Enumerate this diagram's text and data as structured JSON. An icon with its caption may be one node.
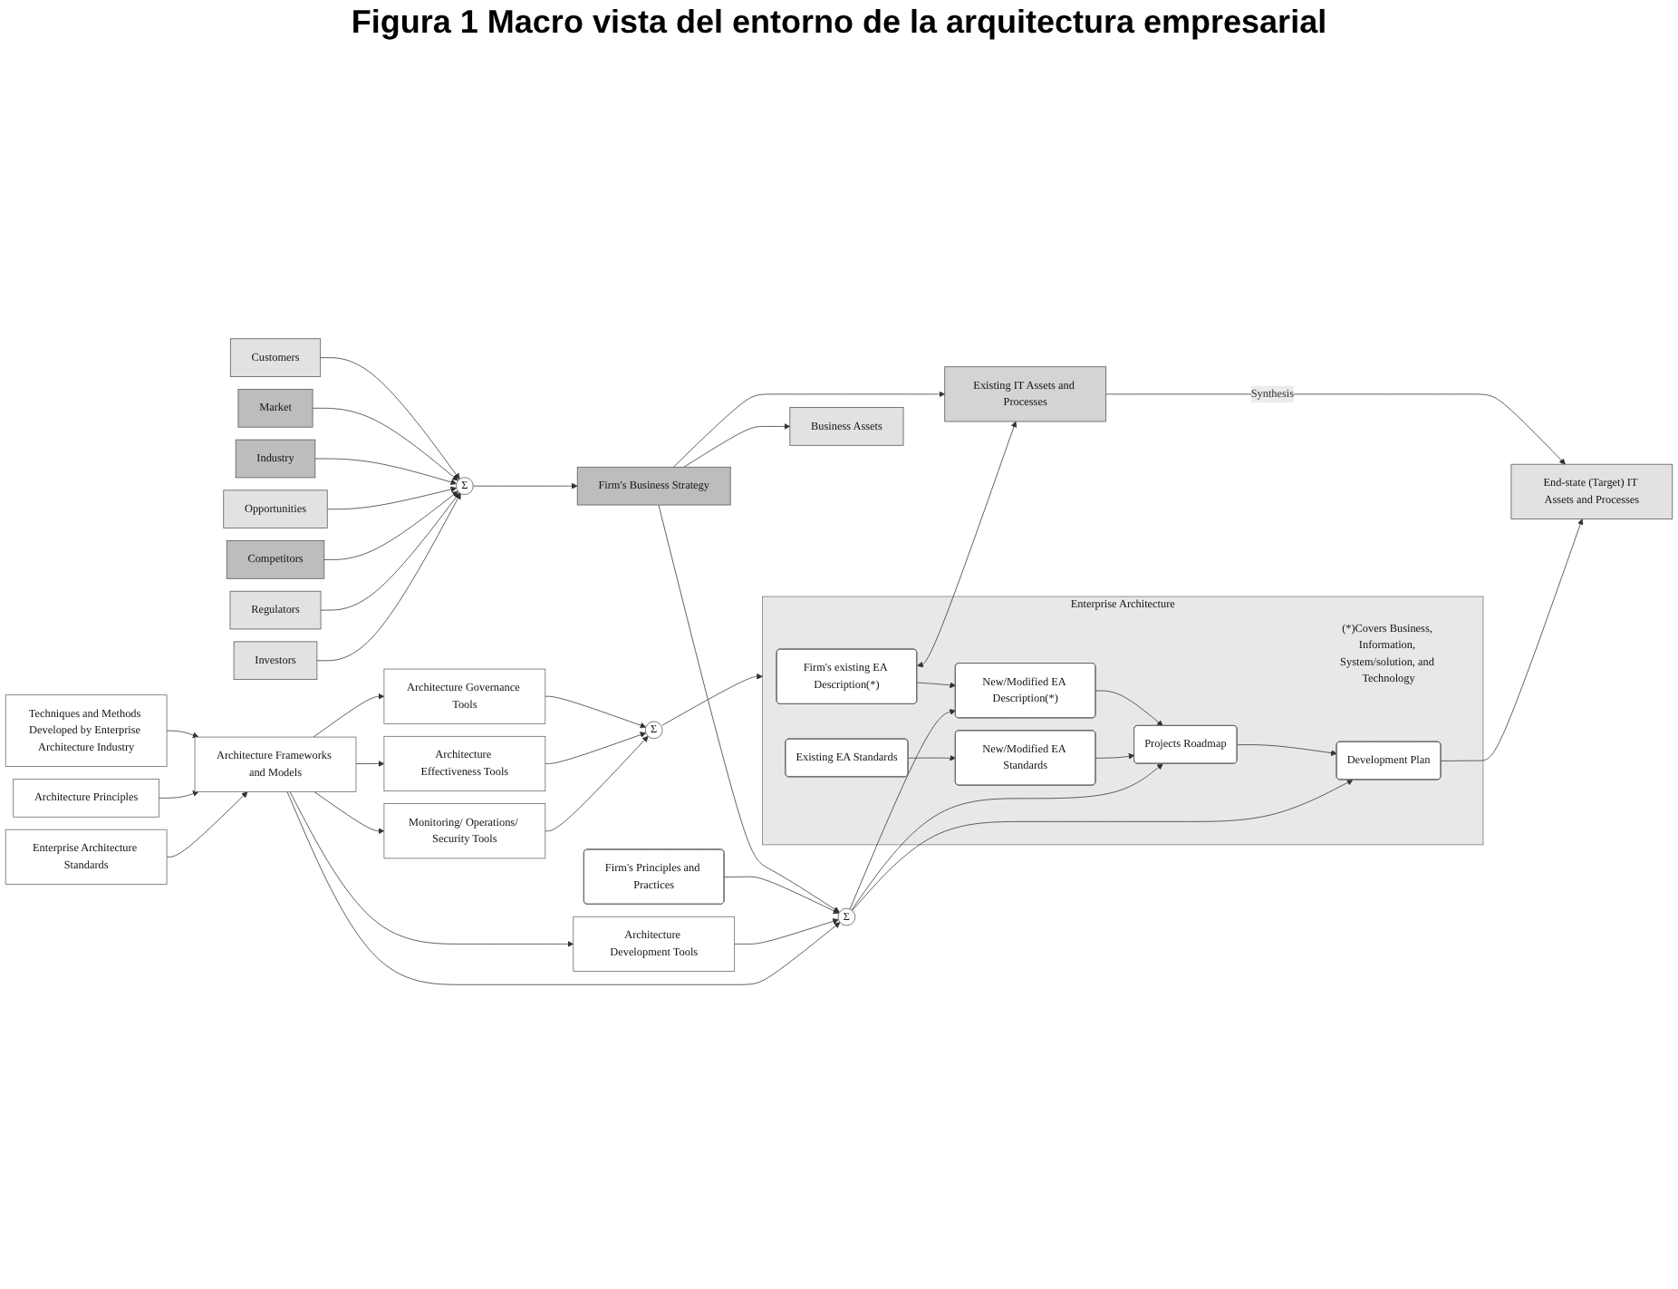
{
  "diagram": {
    "title": "Figura 1 Macro vista del entorno de la arquitectura empresarial",
    "nodes": [
      {
        "text": [
          "Customers"
        ]
      },
      {
        "text": [
          "Market"
        ]
      },
      {
        "text": [
          "Industry"
        ]
      },
      {
        "text": [
          "Opportunities"
        ]
      },
      {
        "text": [
          "Competitors"
        ]
      },
      {
        "text": [
          "Regulators"
        ]
      },
      {
        "text": [
          "Investors"
        ]
      },
      {
        "text": [
          "Σ"
        ]
      },
      {
        "text": [
          "Firm's Business Strategy"
        ]
      },
      {
        "text": [
          "Business Assets"
        ]
      },
      {
        "text": [
          "Existing IT Assets and Processes"
        ]
      },
      {
        "text": [
          "End-state (Target) IT Assets and Processes"
        ]
      },
      {
        "text": [
          "Enterprise Architecture"
        ]
      },
      {
        "text": [
          "Firm's existing EA Description(*)"
        ],
        "in": 12
      },
      {
        "text": [
          "Existing EA Standards"
        ],
        "in": 12
      },
      {
        "text": [
          "(*)Covers Business, Information, System/solution, and Technology"
        ],
        "in": 12
      },
      {
        "text": [
          "New/Modified EA Description(*)"
        ],
        "in": 12
      },
      {
        "text": [
          "New/Modified EA Standards"
        ],
        "in": 12
      },
      {
        "text": [
          "Projects Roadmap"
        ],
        "in": 12
      },
      {
        "text": [
          "Development Plan"
        ],
        "in": 12
      },
      {
        "text": [
          "Firm's Principles and Practices"
        ]
      },
      {
        "text": [
          "Σ"
        ]
      },
      {
        "text": [
          "Architecture Development Tools"
        ]
      },
      {
        "text": [
          "Techniques and Methods Developed by Enterprise Architecture Industry"
        ]
      },
      {
        "text": [
          "Architecture Frameworks and Models"
        ]
      },
      {
        "text": [
          "Architecture Principles"
        ]
      },
      {
        "text": [
          "Enterprise Architecture Standards"
        ]
      },
      {
        "text": [
          "Architecture Governance Tools"
        ]
      },
      {
        "text": [
          "Σ"
        ]
      },
      {
        "text": [
          "Architecture Effectiveness Tools"
        ]
      },
      {
        "text": [
          "Monitoring/ Operations/ Security Tools"
        ]
      }
    ],
    "edges": [
      {
        "from": 0,
        "to": 7,
        "arrow": "to"
      },
      {
        "from": 1,
        "to": 7,
        "arrow": "to"
      },
      {
        "from": 2,
        "to": 7,
        "arrow": "to"
      },
      {
        "from": 3,
        "to": 7,
        "arrow": "to"
      },
      {
        "from": 4,
        "to": 7,
        "arrow": "to"
      },
      {
        "from": 5,
        "to": 7,
        "arrow": "to"
      },
      {
        "from": 6,
        "to": 7,
        "arrow": "to"
      },
      {
        "from": 7,
        "to": 8,
        "arrow": "to"
      },
      {
        "from": 8,
        "to": 9,
        "arrow": "to"
      },
      {
        "from": 8,
        "to": 10,
        "arrow": "to"
      },
      {
        "from": 10,
        "to": 11,
        "arrow": "to",
        "label": "Synthesis"
      },
      {
        "from": 13,
        "to": 10,
        "arrow": "both"
      },
      {
        "from": 13,
        "to": 16,
        "arrow": "to"
      },
      {
        "from": 14,
        "to": 17,
        "arrow": "to"
      },
      {
        "from": 16,
        "to": 18,
        "arrow": "to"
      },
      {
        "from": 17,
        "to": 18,
        "arrow": "to"
      },
      {
        "from": 18,
        "to": 19,
        "arrow": "to"
      },
      {
        "from": 19,
        "to": 11,
        "arrow": "to"
      },
      {
        "from": 8,
        "to": 21,
        "arrow": "to"
      },
      {
        "from": 20,
        "to": 21,
        "arrow": "to"
      },
      {
        "from": 22,
        "to": 21,
        "arrow": "to"
      },
      {
        "from": 24,
        "to": 21,
        "arrow": "to"
      },
      {
        "from": 21,
        "to": 16,
        "arrow": "to"
      },
      {
        "from": 21,
        "to": 18,
        "arrow": "to"
      },
      {
        "from": 21,
        "to": 19,
        "arrow": "to"
      },
      {
        "from": 23,
        "to": 24,
        "arrow": "to"
      },
      {
        "from": 25,
        "to": 24,
        "arrow": "to"
      },
      {
        "from": 26,
        "to": 24,
        "arrow": "to"
      },
      {
        "from": 24,
        "to": 22,
        "arrow": "to"
      },
      {
        "from": 24,
        "to": 27,
        "arrow": "to"
      },
      {
        "from": 24,
        "to": 29,
        "arrow": "to"
      },
      {
        "from": 24,
        "to": 30,
        "arrow": "to"
      },
      {
        "from": 27,
        "to": 28,
        "arrow": "to"
      },
      {
        "from": 29,
        "to": 28,
        "arrow": "to"
      },
      {
        "from": 30,
        "to": 28,
        "arrow": "to"
      },
      {
        "from": 28,
        "to": 12,
        "arrow": "to"
      }
    ]
  }
}
